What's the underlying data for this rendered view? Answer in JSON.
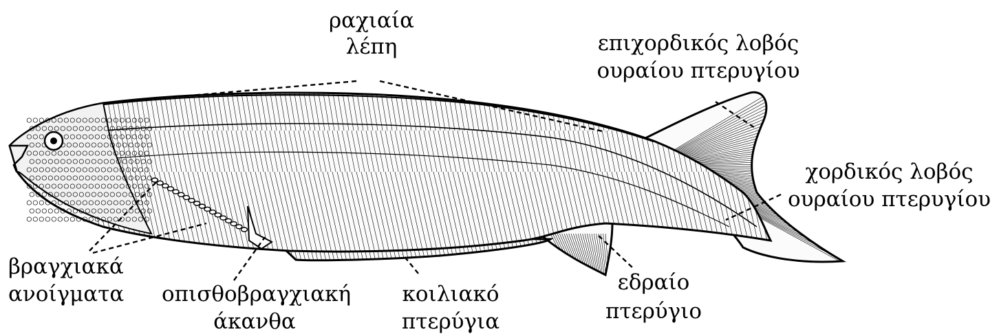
{
  "labels": {
    "dorsal_scales": [
      "ραχιαία",
      "λέπη"
    ],
    "epichordal_lobe": [
      "επιχορδικός λοβός",
      "ουραίου πτερυγίου"
    ],
    "chordal_lobe": [
      "χορδικός λοβός",
      "ουραίου πτερυγίου"
    ],
    "gill_openings": [
      "βραγχιακά",
      "ανοίγματα"
    ],
    "postbranchial_spine": [
      "οπισθοβραγχιακή",
      "άκανθα"
    ],
    "pelvic_fins": [
      "κοιλιακό",
      "πτερύγια"
    ],
    "anal_fin": [
      "εδραίο",
      "πτερύγιο"
    ]
  },
  "colors": {
    "ink": "#000000",
    "background": "#ffffff"
  }
}
